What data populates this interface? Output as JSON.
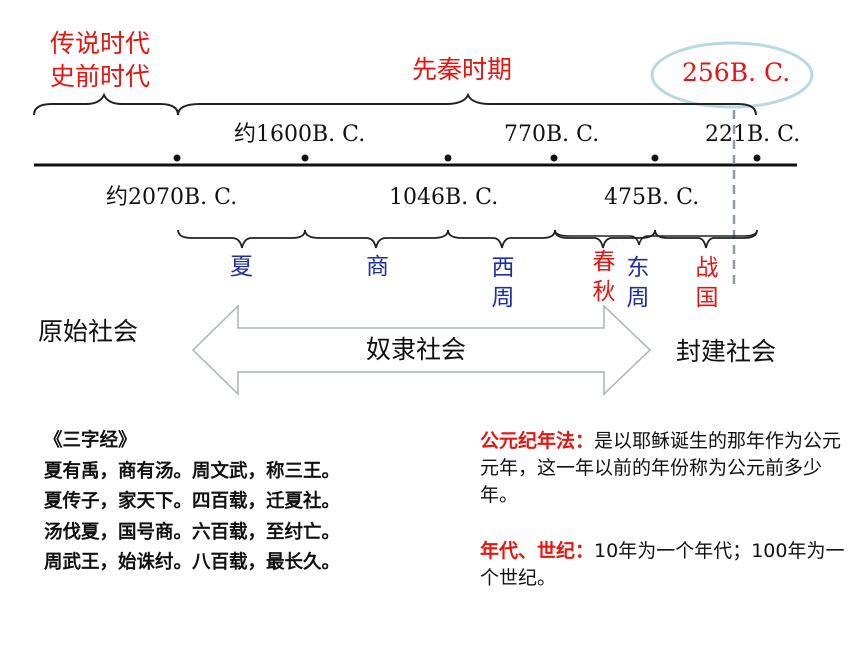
{
  "eras": {
    "legend": "传说时代",
    "prehistoric": "史前时代",
    "pre_qin": "先秦时期",
    "year_256": "256B. C."
  },
  "dates": {
    "d1600": "约1600B. C.",
    "d770": "770B. C.",
    "d221": "221B. C.",
    "d2070": "约2070B. C.",
    "d1046": "1046B. C.",
    "d475": "475B. C."
  },
  "dynasties": {
    "xia": "夏",
    "shang": "商",
    "western_zhou": "西周",
    "spring_autumn": "春秋",
    "eastern_zhou": "东周",
    "warring_states": "战国"
  },
  "societies": {
    "primitive": "原始社会",
    "slave": "奴隶社会",
    "feudal": "封建社会"
  },
  "poem": {
    "title": "《三字经》",
    "lines": [
      "夏有禹，商有汤。周文武，称三王。",
      "夏传子，家天下。四百载，迁夏社。",
      "汤伐夏，国号商。六百载，至纣亡。",
      "周武王，始诛纣。八百载，最长久。"
    ]
  },
  "notes": {
    "ad_term": "公元纪年法：",
    "ad_text": "是以耶稣诞生的那年作为公元元年，这一年以前的年份称为公元前多少年。",
    "decade_term": "年代、世纪：",
    "decade_text": "10年为一个年代；100年为一个世纪。"
  },
  "colors": {
    "accent_red": "#e8140f",
    "dynasty_blue": "#1f2ea6",
    "ellipse_stroke": "#b7d9df",
    "dashed_line": "#8a9ba4",
    "arrow_stroke": "#a9b4b4"
  }
}
